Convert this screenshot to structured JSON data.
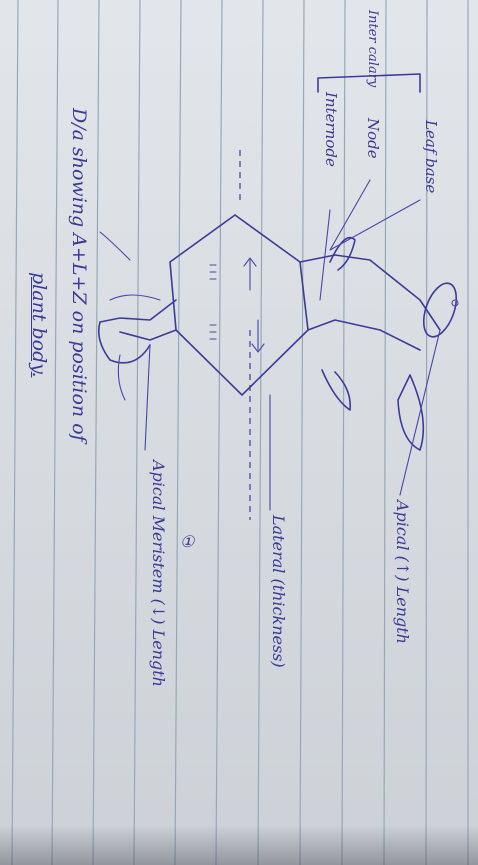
{
  "notes": {
    "labels": {
      "leaf_base": "Leaf base",
      "intercalary": "Inter calary",
      "node": "Node",
      "internode": "Internode",
      "apical_top": "Apical (↑) Length",
      "lateral": "Lateral (thickness)",
      "apical_bottom": "Apical Meristem (↓) Length",
      "marker": "①"
    },
    "caption": {
      "line1": "D/a showing A+L+Z on position of",
      "line2": "plant body."
    }
  },
  "colors": {
    "ink": "#3f3a9a",
    "paper": "#d9dee4",
    "rule": "#9aa6b8"
  }
}
